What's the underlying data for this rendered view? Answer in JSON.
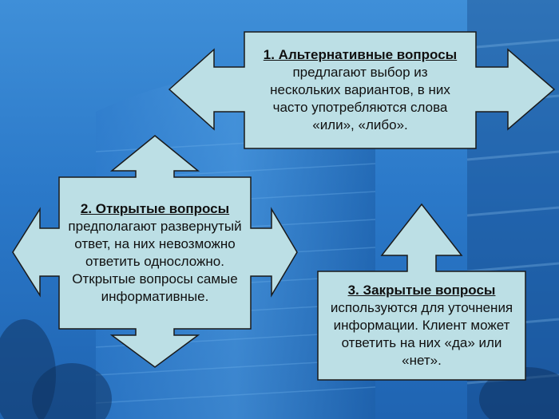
{
  "colors": {
    "box_fill": "#bcdfe5",
    "box_stroke": "#1a1a1a",
    "background": "#2b79c9"
  },
  "cards": {
    "alternative": {
      "heading": "1. Альтернативные вопросы",
      "text": "предлагают выбор из нескольких вариантов, в них часто употребляются слова «или», «либо»."
    },
    "open": {
      "heading": "2. Открытые вопросы",
      "text": "предполагают развернутый ответ, на них невозможно ответить односложно. Открытые вопросы самые информативные."
    },
    "closed": {
      "heading": "3. Закрытые вопросы",
      "text": "используются для уточнения информации. Клиент может ответить на них «да» или «нет»."
    }
  }
}
